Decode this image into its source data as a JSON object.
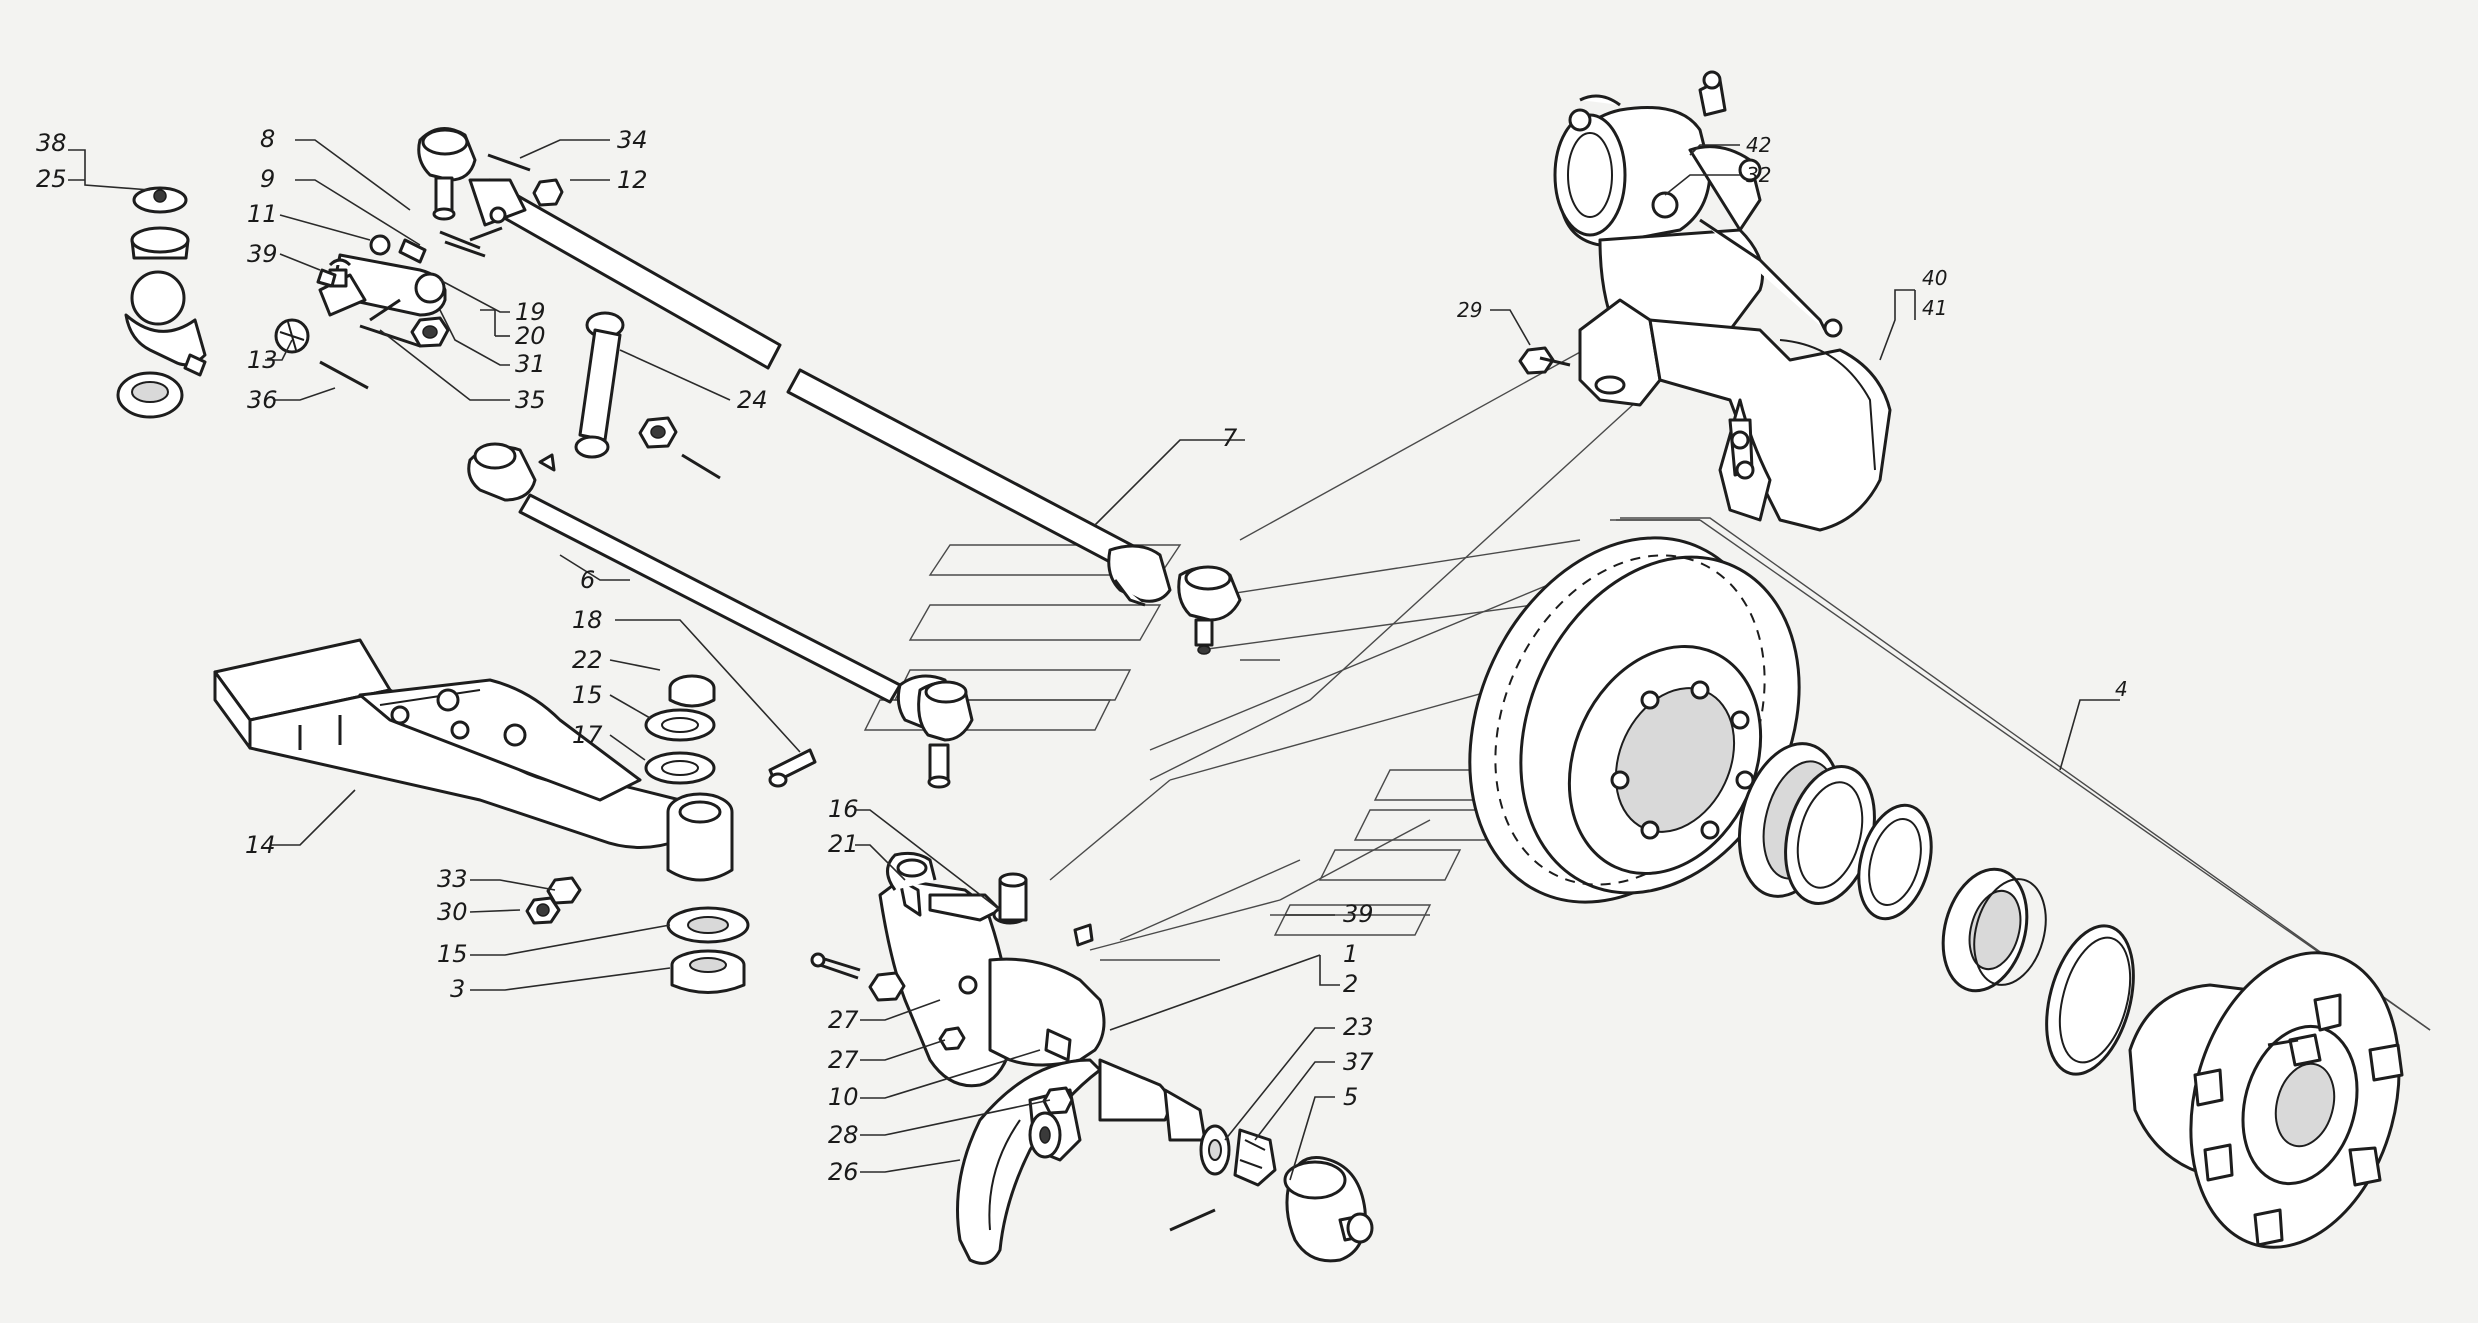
{
  "diagram": {
    "callouts": [
      "38",
      "25",
      "8",
      "9",
      "11",
      "39",
      "13",
      "36",
      "34",
      "12",
      "19",
      "20",
      "31",
      "35",
      "24",
      "7",
      "6",
      "18",
      "22",
      "15",
      "17",
      "14",
      "33",
      "30",
      "15",
      "3",
      "16",
      "21",
      "39",
      "1",
      "2",
      "27",
      "27",
      "10",
      "28",
      "26",
      "23",
      "37",
      "5",
      "29",
      "42",
      "32",
      "40",
      "41",
      "4"
    ]
  }
}
